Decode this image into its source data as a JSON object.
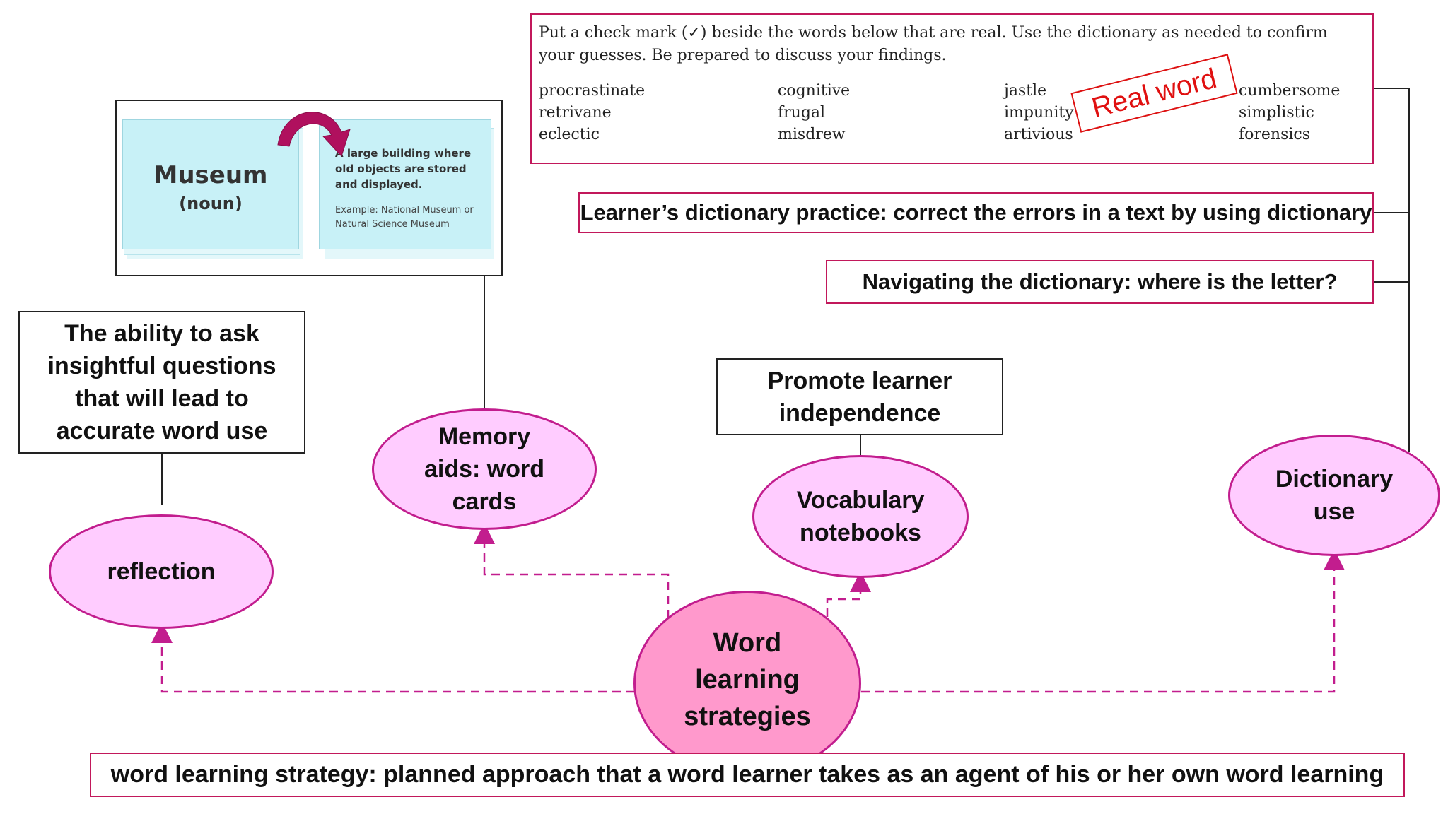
{
  "center_node": {
    "label_lines": [
      "Word",
      "learning",
      "strategies"
    ]
  },
  "strategies": [
    {
      "id": "reflection",
      "label": "reflection"
    },
    {
      "id": "memory-aids",
      "label_lines": [
        "Memory",
        "aids: word",
        "cards"
      ]
    },
    {
      "id": "vocabulary-notebooks",
      "label_lines": [
        "Vocabulary",
        "notebooks"
      ]
    },
    {
      "id": "dictionary-use",
      "label_lines": [
        "Dictionary",
        "use"
      ]
    }
  ],
  "notes": {
    "reflection": [
      "The ability to ask",
      "insightful questions",
      "that will lead to",
      "accurate word use"
    ],
    "notebooks": [
      "Promote learner",
      "independence"
    ],
    "dictionary_practice": "Learner’s dictionary practice: correct the errors in a text by using dictionary",
    "navigating": "Navigating the dictionary: where is the letter?"
  },
  "word_card": {
    "word": "Museum",
    "part_of_speech": "(noun)",
    "definition": "A large building where old objects are stored and displayed.",
    "example": "Example: National Museum or Natural Science Museum"
  },
  "exercise": {
    "instruction": "Put a check mark (✓) beside the words below that are real. Use the dictionary as needed to confirm your guesses. Be prepared to discuss your findings.",
    "columns": [
      [
        "procrastinate",
        "retrivane",
        "eclectic"
      ],
      [
        "cognitive",
        "frugal",
        "misdrew"
      ],
      [
        "jastle",
        "impunity",
        "artivious"
      ],
      [
        "cumbersome",
        "simplistic",
        "forensics"
      ]
    ],
    "stamp": "Real word"
  },
  "footer": "word learning strategy: planned approach that a word learner takes as an agent of his or her own word learning",
  "colors": {
    "ellipse_fill": "#ffccff",
    "center_fill": "#ff99cc",
    "accent": "#c21d8e",
    "stamp": "#e01010"
  }
}
